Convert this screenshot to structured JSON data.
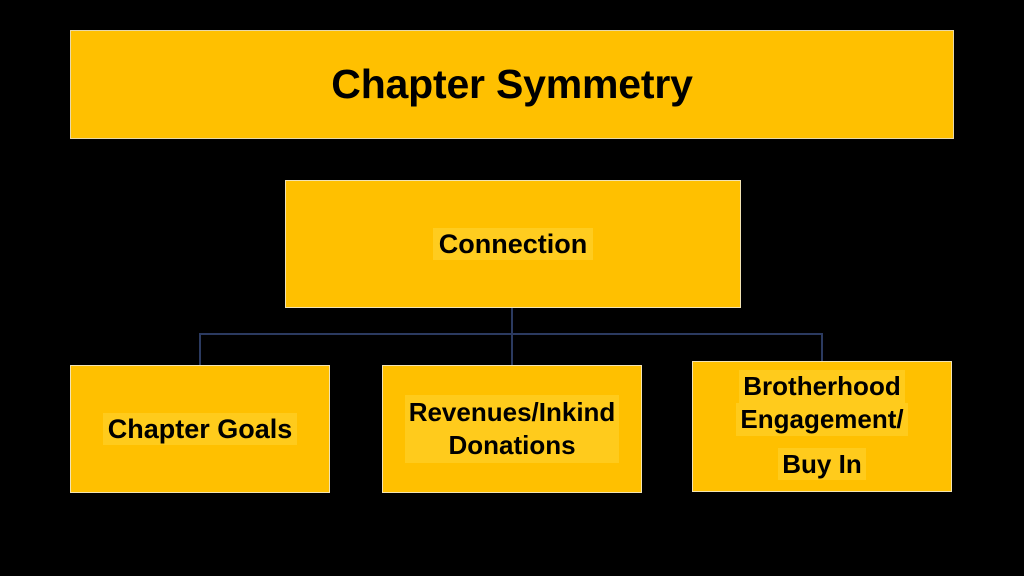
{
  "slide": {
    "background_color": "#000000",
    "node_fill_color": "#FFC000",
    "node_border_color": "#F2E3B3",
    "connector_color": "#2B3A60",
    "text_color": "#000000"
  },
  "title": {
    "text": "Chapter Symmetry"
  },
  "diagram": {
    "type": "org-chart",
    "root": {
      "label": "Connection"
    },
    "children": [
      {
        "id": "chapter-goals",
        "label": "Chapter Goals",
        "lines": [
          "Chapter Goals"
        ]
      },
      {
        "id": "revenues-inkind-donations",
        "label": "Revenues/Inkind Donations",
        "lines": [
          "Revenues/Inkind",
          "Donations"
        ]
      },
      {
        "id": "brotherhood-engagement-buy-in",
        "label": "Brotherhood Engagement/ Buy In",
        "lines": [
          "Brotherhood",
          "Engagement/",
          "Buy In"
        ]
      }
    ]
  }
}
